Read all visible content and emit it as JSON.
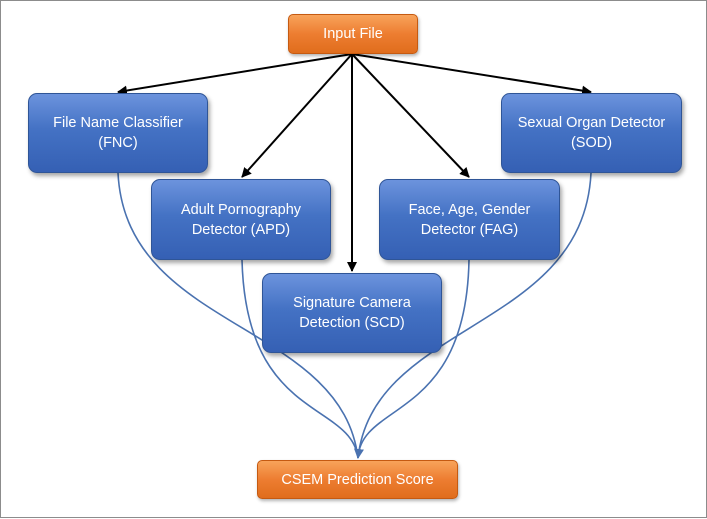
{
  "diagram": {
    "input": {
      "label": "Input File"
    },
    "detectors": {
      "fnc": {
        "label": "File Name Classifier\n(FNC)"
      },
      "apd": {
        "label": "Adult Pornography\nDetector (APD)"
      },
      "scd": {
        "label": "Signature Camera\nDetection (SCD)"
      },
      "fag": {
        "label": "Face, Age, Gender\nDetector (FAG)"
      },
      "sod": {
        "label": "Sexual Organ Detector\n(SOD)"
      }
    },
    "output": {
      "label": "CSEM Prediction Score"
    }
  },
  "colors": {
    "input_fill": "#ed7d31",
    "output_fill": "#ed7d31",
    "detector_fill": "#4472c4",
    "arrow_black": "#000000",
    "curve_blue": "#4a72b0"
  }
}
